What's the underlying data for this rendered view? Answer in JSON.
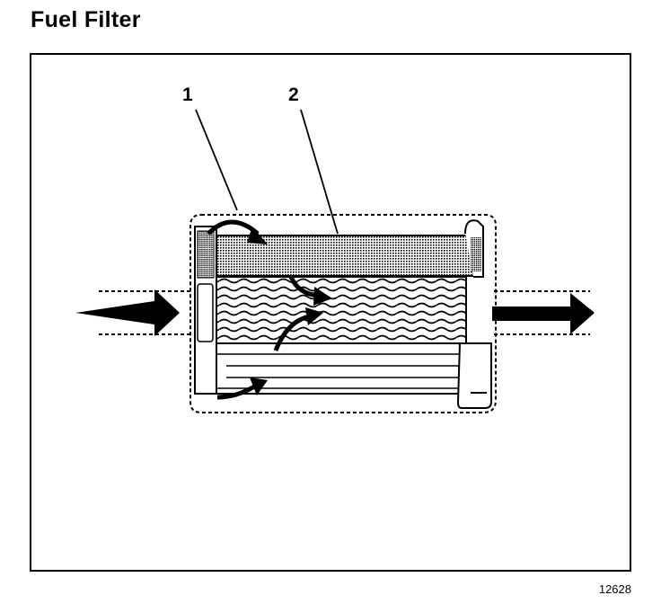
{
  "title": "Fuel Filter",
  "callouts": {
    "one": "1",
    "two": "2"
  },
  "figure_number": "12628"
}
